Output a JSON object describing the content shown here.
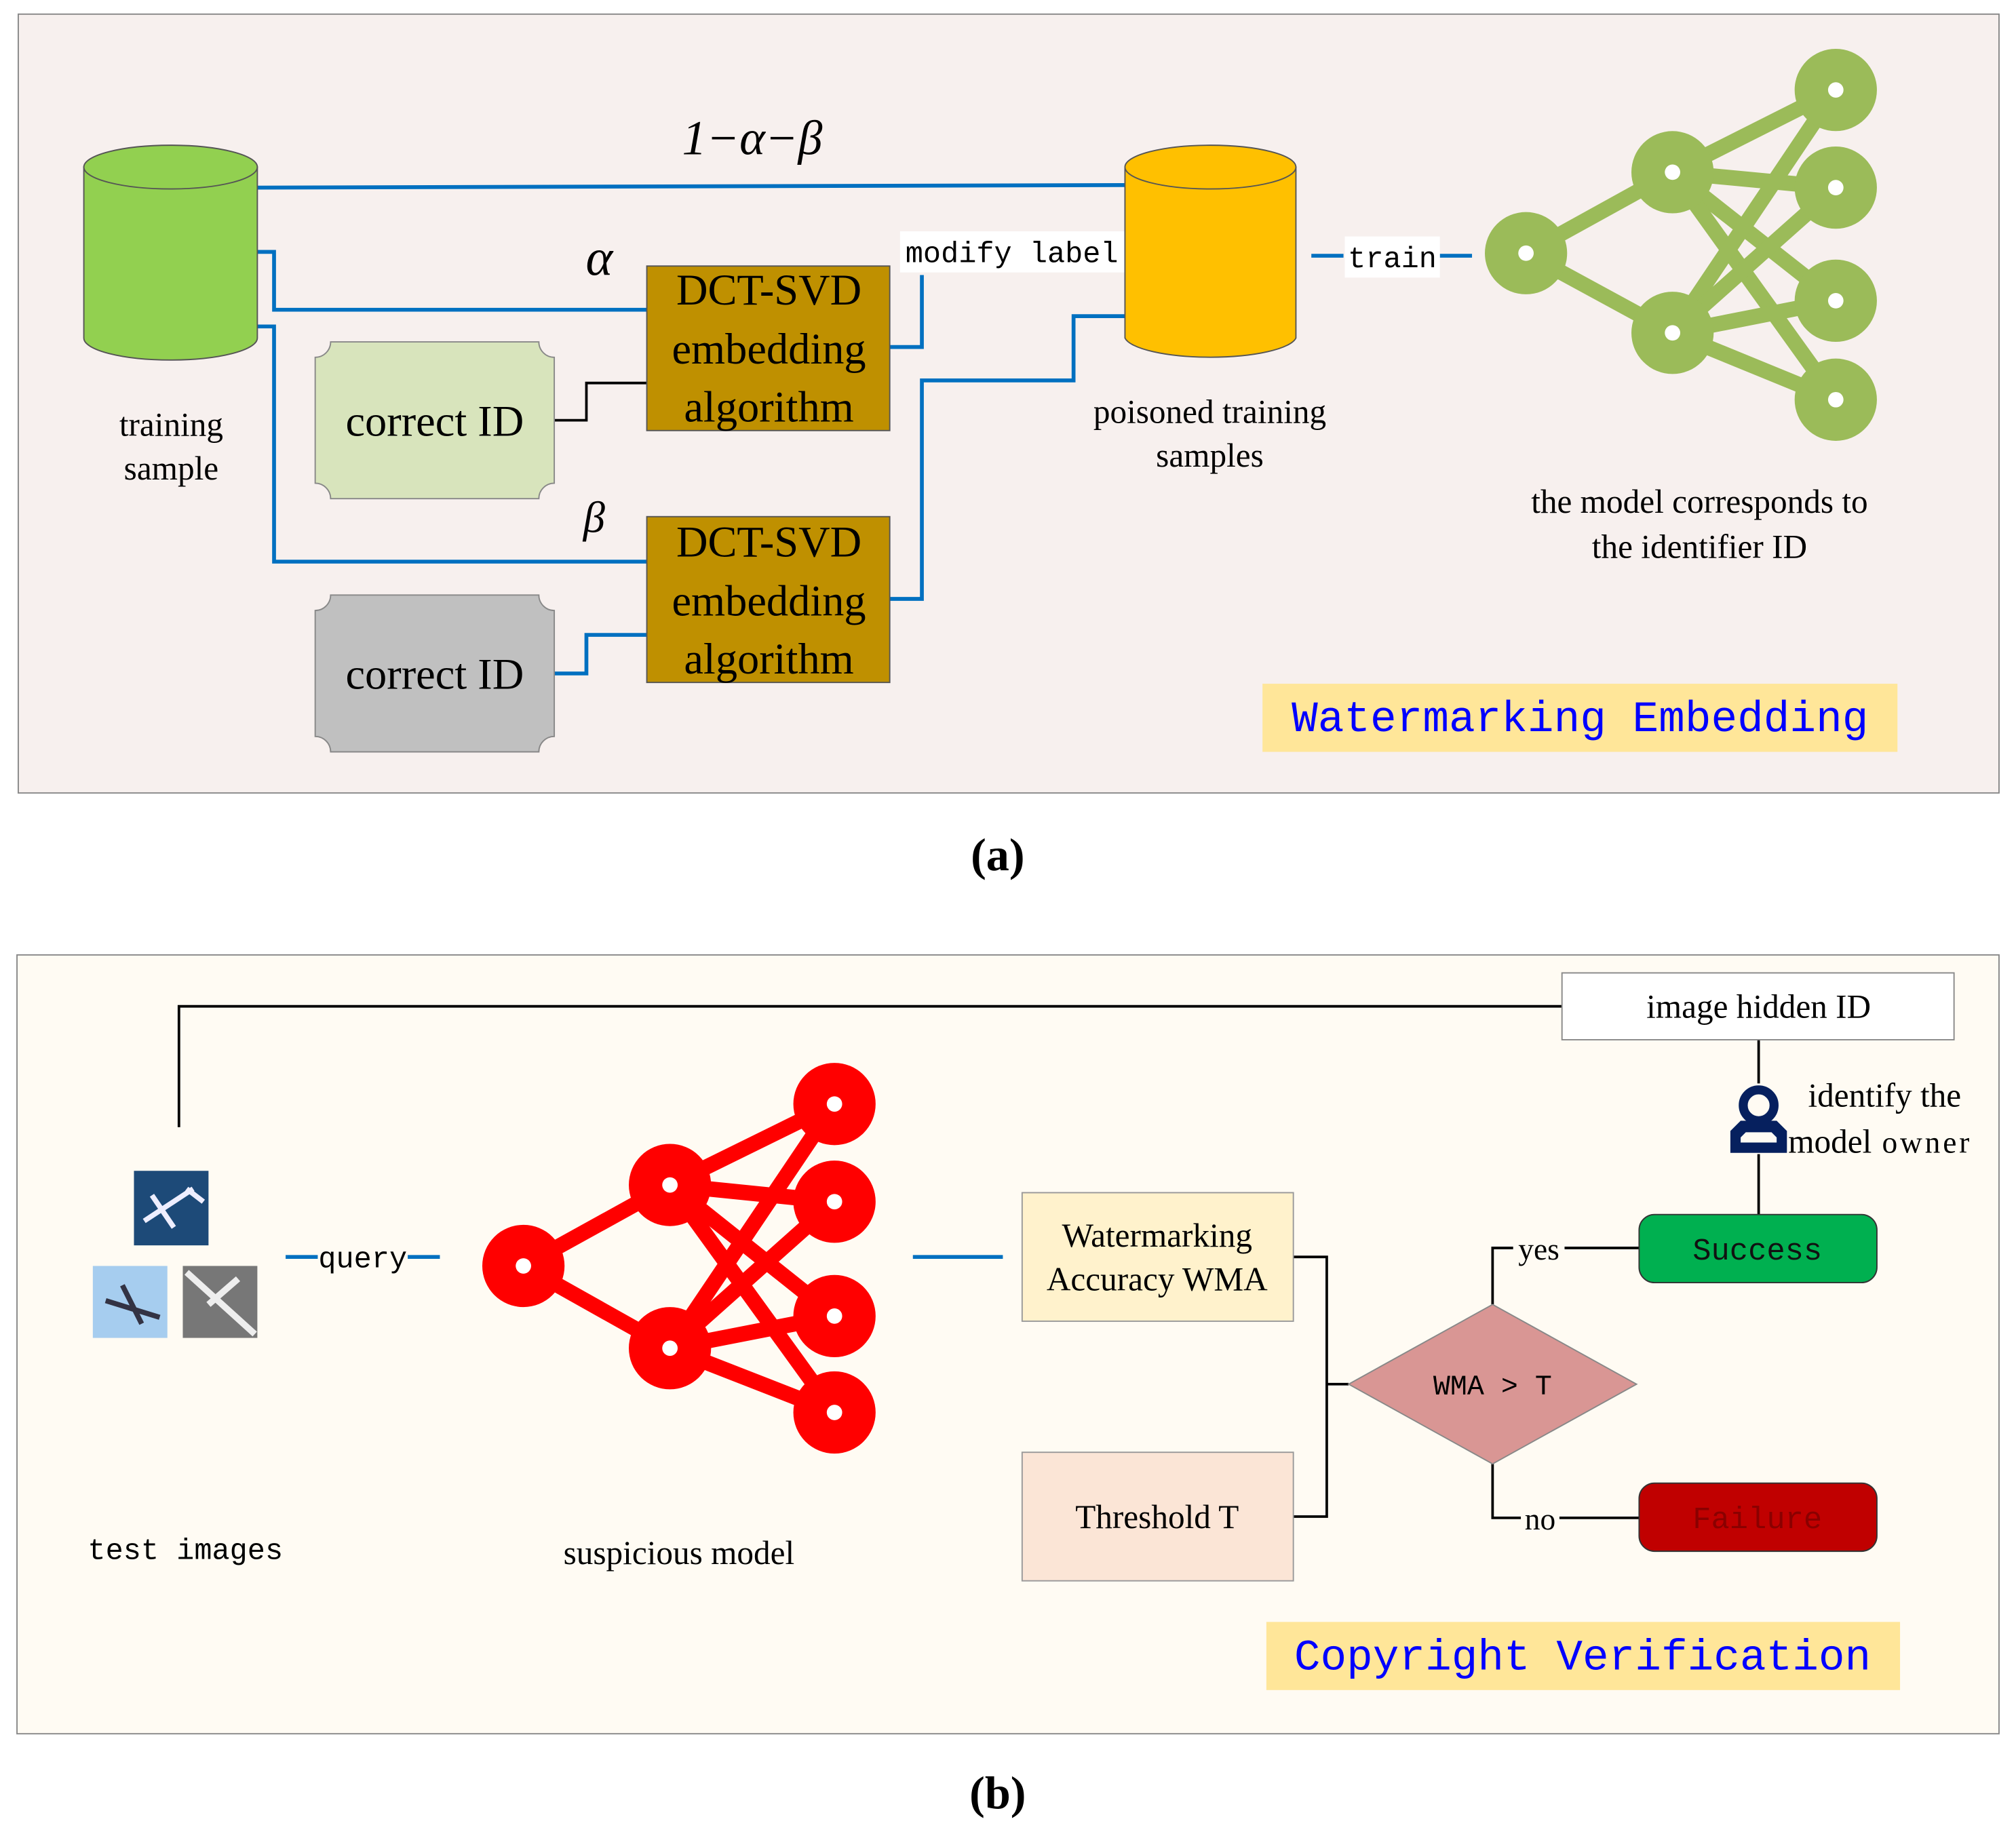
{
  "panel_a": {
    "caption": "(a)",
    "edge_main": "1−α−β",
    "alpha": "α",
    "beta": "β",
    "training_sample": [
      "training",
      "sample"
    ],
    "correct_id_1": "correct ID",
    "correct_id_2": "correct ID",
    "dct1": [
      "DCT-SVD",
      "embedding",
      "algorithm"
    ],
    "dct2": [
      "DCT-SVD",
      "embedding",
      "algorithm"
    ],
    "modify_label": "modify label",
    "poisoned": [
      "poisoned training",
      "samples"
    ],
    "train": "train",
    "model_caption": [
      "the model corresponds to",
      "the identifier ID"
    ],
    "title": "Watermarking Embedding"
  },
  "panel_b": {
    "caption": "(b)",
    "hidden_id": "image hidden ID",
    "identify": [
      "identify the",
      "model",
      "owner"
    ],
    "test_images": "test images",
    "query": "query",
    "suspicious": "suspicious model",
    "wma": [
      "Watermarking",
      "Accuracy WMA"
    ],
    "threshold": "Threshold T",
    "decision": "WMA > T",
    "yes": "yes",
    "no": "no",
    "success": "Success",
    "failure": "Failure",
    "title": "Copyright Verification"
  },
  "colors": {
    "line_blue": "#0070c0",
    "green_db": "#92d050",
    "yellow_db": "#ffc000",
    "dct_box": "#bf9000",
    "net_green": "#9bbb59",
    "net_red": "#ff0000",
    "title_text": "#0000ff",
    "title_bg": "#ffe699",
    "success": "#00b050",
    "failure": "#c00000",
    "decision": "#d99694"
  }
}
